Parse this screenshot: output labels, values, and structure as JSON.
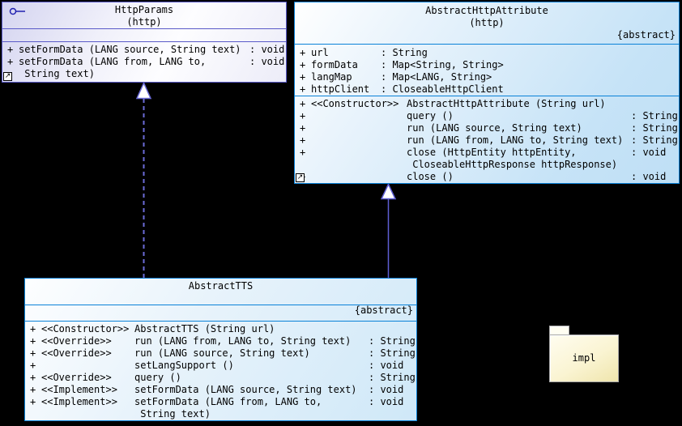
{
  "diagram": {
    "background": "#000000"
  },
  "colors": {
    "interface_border": "#5a5ac8",
    "class_border": "#0a82d8",
    "realization_line": "#6b6bd8",
    "generalization_line": "#5e5ed4",
    "package_border": "#a8a8a8",
    "package_fill": "#f7efc6"
  },
  "icons": {
    "expand_glyph": "↗",
    "interface_lollipop": "interface-lollipop"
  },
  "classes": [
    {
      "title": "HttpParams",
      "subtitle": "(http)",
      "abstract_tag": "",
      "operations": [
        {
          "vis": "+",
          "sig": "setFormData (LANG source, String text)",
          "sig2": "",
          "type": ": void"
        },
        {
          "vis": "+",
          "sig": "setFormData (LANG from, LANG to,",
          "sig2": " String text)",
          "type": ": void"
        }
      ]
    },
    {
      "title": "AbstractHttpAttribute",
      "subtitle": "(http)",
      "abstract_tag": "{abstract}",
      "attributes": [
        {
          "vis": "+",
          "name": "url",
          "type": ": String"
        },
        {
          "vis": "+",
          "name": "formData",
          "type": ": Map<String, String>"
        },
        {
          "vis": "+",
          "name": "langMap",
          "type": ": Map<LANG, String>"
        },
        {
          "vis": "+",
          "name": "httpClient",
          "type": ": CloseableHttpClient"
        }
      ],
      "operations": [
        {
          "vis": "+",
          "stereo": "<<Constructor>>",
          "sig": "AbstractHttpAttribute (String url)",
          "sig2": "",
          "type": ""
        },
        {
          "vis": "+",
          "stereo": "",
          "sig": "query ()",
          "sig2": "",
          "type": ": String"
        },
        {
          "vis": "+",
          "stereo": "",
          "sig": "run (LANG source, String text)",
          "sig2": "",
          "type": ": String"
        },
        {
          "vis": "+",
          "stereo": "",
          "sig": "run (LANG from, LANG to, String text)",
          "sig2": "",
          "type": ": String"
        },
        {
          "vis": "+",
          "stereo": "",
          "sig": "close (HttpEntity httpEntity,",
          "sig2": " CloseableHttpResponse httpResponse)",
          "type": ": void"
        },
        {
          "vis": "+",
          "stereo": "",
          "sig": "close ()",
          "sig2": "",
          "type": ": void"
        }
      ]
    },
    {
      "title": "AbstractTTS",
      "subtitle": "",
      "abstract_tag": "{abstract}",
      "operations": [
        {
          "vis": "+",
          "stereo": "<<Constructor>>",
          "sig": "AbstractTTS (String url)",
          "sig2": "",
          "type": ""
        },
        {
          "vis": "+",
          "stereo": "<<Override>>",
          "sig": "run (LANG from, LANG to, String text)",
          "sig2": "",
          "type": ": String"
        },
        {
          "vis": "+",
          "stereo": "<<Override>>",
          "sig": "run (LANG source, String text)",
          "sig2": "",
          "type": ": String"
        },
        {
          "vis": "+",
          "stereo": "",
          "sig": "setLangSupport ()",
          "sig2": "",
          "type": ": void"
        },
        {
          "vis": "+",
          "stereo": "<<Override>>",
          "sig": "query ()",
          "sig2": "",
          "type": ": String"
        },
        {
          "vis": "+",
          "stereo": "<<Implement>>",
          "sig": "setFormData (LANG source, String text)",
          "sig2": "",
          "type": ": void"
        },
        {
          "vis": "+",
          "stereo": "<<Implement>>",
          "sig": "setFormData (LANG from, LANG to,",
          "sig2": " String text)",
          "type": ": void"
        }
      ]
    }
  ],
  "package": {
    "label": "impl"
  },
  "relationships": [
    {
      "type": "realization",
      "from": "AbstractTTS",
      "to": "HttpParams"
    },
    {
      "type": "generalization",
      "from": "AbstractTTS",
      "to": "AbstractHttpAttribute"
    }
  ]
}
